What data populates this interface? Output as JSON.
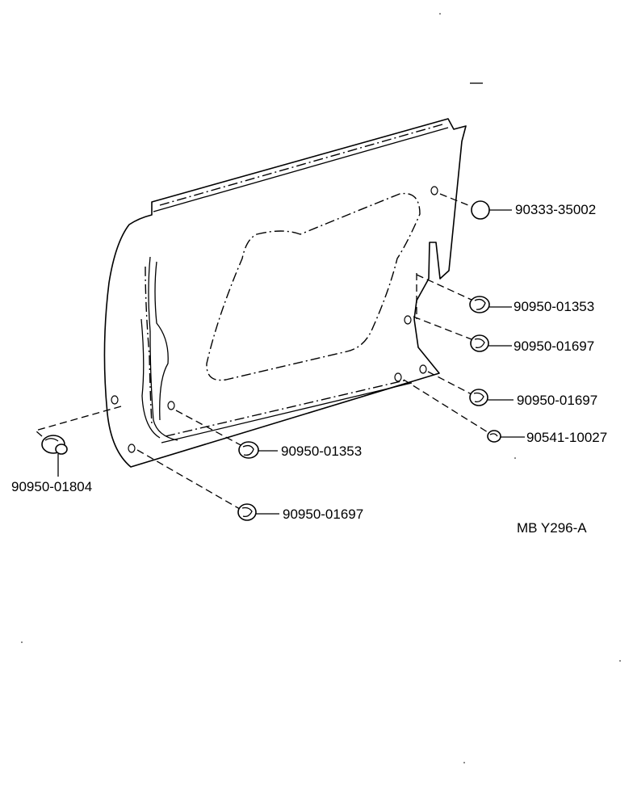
{
  "parts": [
    {
      "id": "plug",
      "part_number": "90333-35002"
    },
    {
      "id": "clip-upper-right",
      "part_number": "90950-01353"
    },
    {
      "id": "clip-right-1",
      "part_number": "90950-01697"
    },
    {
      "id": "clip-right-2",
      "part_number": "90950-01697"
    },
    {
      "id": "clip-lower-right",
      "part_number": "90541-10027"
    },
    {
      "id": "clip-center",
      "part_number": "90950-01353"
    },
    {
      "id": "clip-bottom",
      "part_number": "90950-01697"
    },
    {
      "id": "clip-left",
      "part_number": "90950-01804"
    }
  ],
  "figure_code": "MB Y296-A"
}
